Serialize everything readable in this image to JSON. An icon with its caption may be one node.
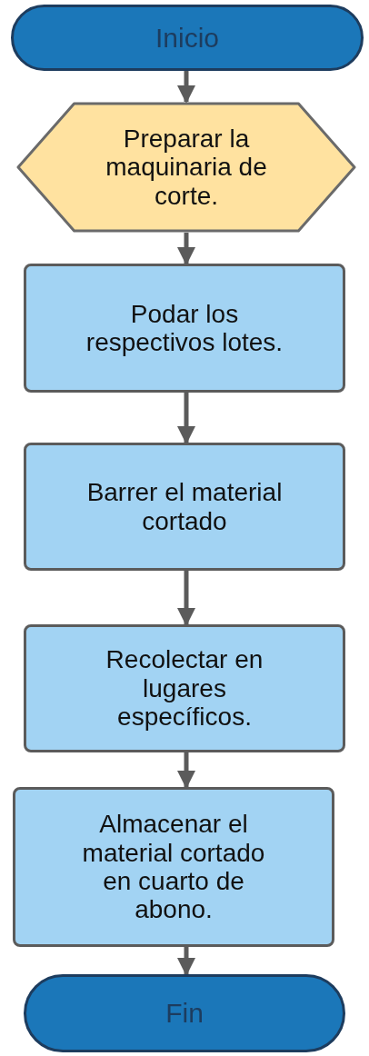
{
  "diagram": {
    "nodes": [
      {
        "text": [
          "Inicio"
        ]
      },
      {
        "text": [
          "Preparar la maquinaria de corte."
        ]
      },
      {
        "text": [
          "Podar los respectivos lotes."
        ]
      },
      {
        "text": [
          "Barrer el material cortado"
        ]
      },
      {
        "text": [
          "Recolectar en lugares específicos."
        ]
      },
      {
        "text": [
          "Almacenar el material cortado en cuarto de abono."
        ]
      },
      {
        "text": [
          "Fin"
        ]
      }
    ],
    "edges": [
      {
        "from": 0,
        "to": 1,
        "arrow": "to"
      },
      {
        "from": 1,
        "to": 2,
        "arrow": "to"
      },
      {
        "from": 2,
        "to": 3,
        "arrow": "to"
      },
      {
        "from": 3,
        "to": 4,
        "arrow": "to"
      },
      {
        "from": 4,
        "to": 5,
        "arrow": "to"
      },
      {
        "from": 5,
        "to": 6,
        "arrow": "to"
      }
    ]
  }
}
